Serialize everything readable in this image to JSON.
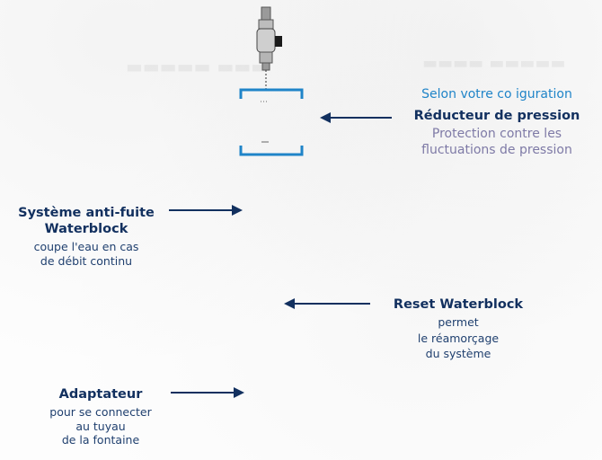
{
  "colors": {
    "navy": "#12305f",
    "blue": "#1f84c8",
    "muted": "#7e7aa6"
  },
  "callouts": {
    "configuration": {
      "label": "Selon votre co  iguration"
    },
    "reducteur": {
      "title": "Réducteur de pression",
      "desc_line1": "Protection contre les",
      "desc_line2": "fluctuations de pression"
    },
    "anti_fuite": {
      "title_line1": "Système anti-fuite",
      "title_line2": "Waterblock",
      "desc_line1": "coupe l'eau en cas",
      "desc_line2": "de débit continu"
    },
    "reset": {
      "title": "Reset Waterblock",
      "desc_line1": "permet",
      "desc_line2": "le réamorçage",
      "desc_line3": "du système"
    },
    "adaptateur": {
      "title": "Adaptateur",
      "desc_line1": "pour se connecter",
      "desc_line2": "au tuyau",
      "desc_line3": "de la fontaine"
    }
  }
}
